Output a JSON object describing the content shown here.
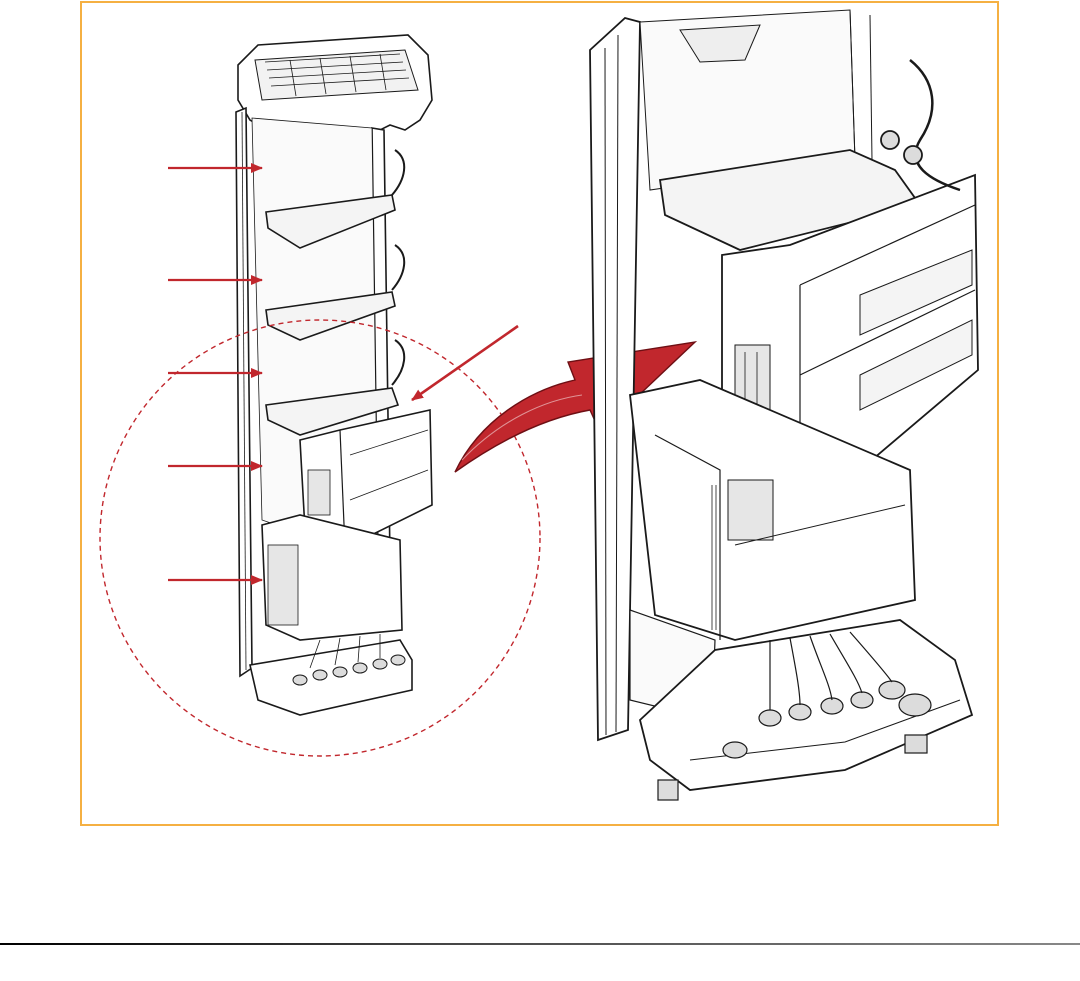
{
  "figure": {
    "frame_color": "#f5b042",
    "arrow_color": "#c1272d",
    "line_color": "#1a1a1a",
    "panel_fill": "#ffffff",
    "shade_fill": "#e6e6e6",
    "left_panel": {
      "callout_arrows": 6,
      "magnify_circle": "dashed"
    },
    "transition_arrow": "curved-right",
    "right_panel": {
      "view": "enlarged-detail"
    }
  },
  "footer": {
    "rule_color": "#000000"
  }
}
